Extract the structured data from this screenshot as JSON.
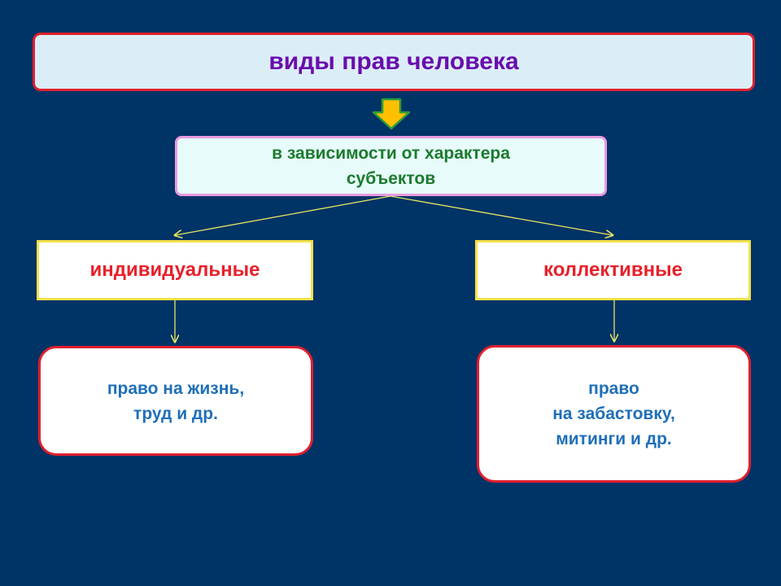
{
  "title": "виды прав человека",
  "criterion": "в зависимости от характера\nсубъектов",
  "categories": {
    "left": "индивидуальные",
    "right": "коллективные"
  },
  "examples": {
    "left": "право на жизнь,\nтруд и др.",
    "right": "право\nна забастовку,\nмитинги и др."
  },
  "colors": {
    "background": "#003366",
    "title_text": "#6a0dad",
    "title_border": "#e0202e",
    "criterion_text": "#1c7a2e",
    "category_text": "#e8202a",
    "category_border": "#f5e04a",
    "example_text": "#1f6fb8",
    "arrow": "#ffc000",
    "connector": "#e8e860"
  },
  "icons": {
    "main_arrow": "down-arrow-icon"
  }
}
